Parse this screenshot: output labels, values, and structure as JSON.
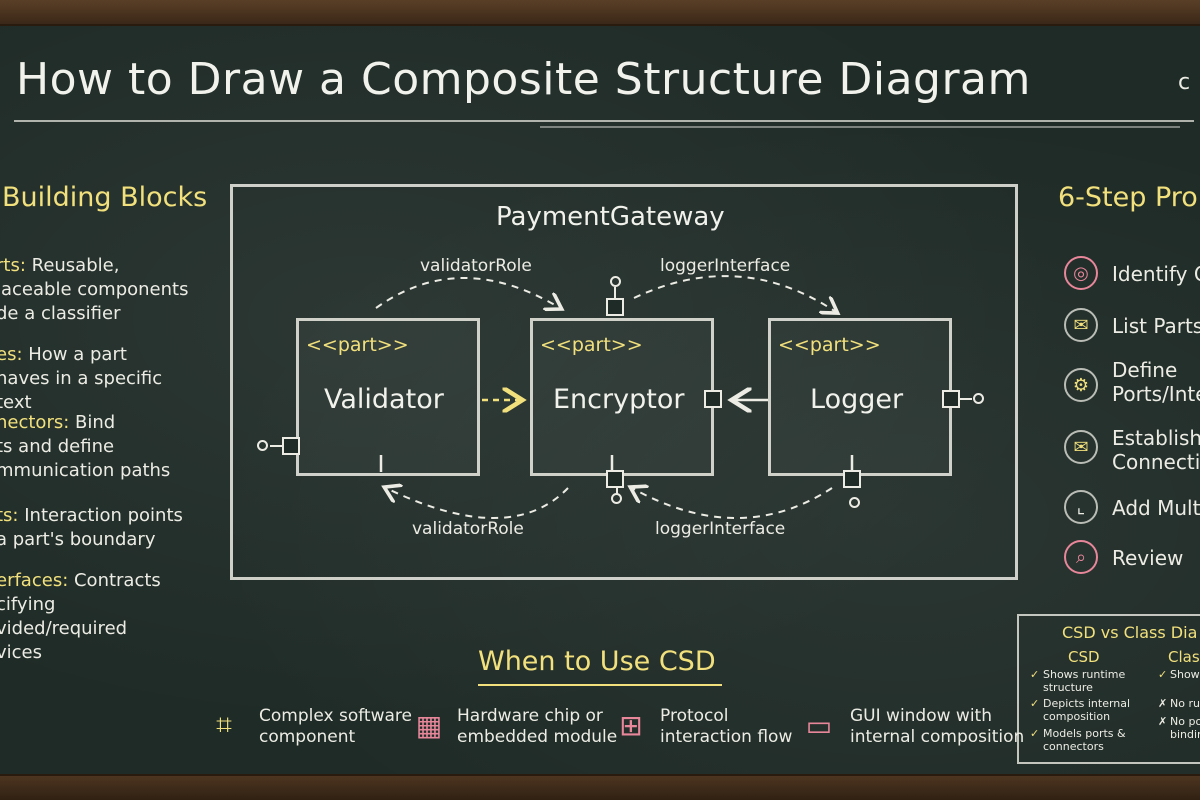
{
  "title": "How to Draw a Composite Structure Diagram",
  "title_trailing": "c",
  "building_blocks": {
    "title": "Building Blocks",
    "items": [
      {
        "term": "rts:",
        "text": " Reusable,\nlaceable components\nde a classifier"
      },
      {
        "term": "es:",
        "text": " How a part\nnaves in a specific\ntext"
      },
      {
        "term": "nectors:",
        "text": " Bind\nts and define\nmmunication paths"
      },
      {
        "term": "ts:",
        "text": " Interaction points\na part's boundary"
      },
      {
        "term": "erfaces:",
        "text": " Contracts\ncifying\nvided/required\nvices"
      }
    ]
  },
  "diagram": {
    "container": "PaymentGateway",
    "stereotype": "<<part>>",
    "parts": [
      "Validator",
      "Encryptor",
      "Logger"
    ],
    "labels": {
      "top_left": "validatorRole",
      "top_right": "loggerInterface",
      "bottom_left": "validatorRole",
      "bottom_right": "loggerInterface"
    }
  },
  "steps": {
    "title": "6-Step Pro",
    "items": [
      {
        "icon": "target-icon",
        "label": "Identify C"
      },
      {
        "icon": "envelope-icon",
        "label": "List Parts"
      },
      {
        "icon": "gear-icon",
        "label": "Define\nPorts/Inte"
      },
      {
        "icon": "envelope-icon",
        "label": "Establish\nConnection"
      },
      {
        "icon": "chart-icon",
        "label": "Add Multi"
      },
      {
        "icon": "magnifier-icon",
        "label": "Review"
      }
    ]
  },
  "when_to_use": {
    "title": "When to Use CSD",
    "items": [
      {
        "icon": "component-icon",
        "label": "Complex software\ncomponent"
      },
      {
        "icon": "chip-icon",
        "label": "Hardware chip or\nembedded module"
      },
      {
        "icon": "flow-icon",
        "label": "Protocol\ninteraction flow"
      },
      {
        "icon": "window-icon",
        "label": "GUI window with\ninternal composition"
      }
    ]
  },
  "comparison": {
    "title": "CSD vs Class Dia",
    "col1": "CSD",
    "col2": "Class",
    "csd_rows": [
      "Shows runtime\nstructure",
      "Depicts internal\ncomposition",
      "Models ports &\nconnectors"
    ],
    "class_rows": [
      "Shows",
      "No ru",
      "No po\nbindin"
    ]
  },
  "colors": {
    "chalk": "#ecece4",
    "accent_yellow": "#f1e07c",
    "accent_pink": "#e8869a",
    "board": "#1f2b27"
  }
}
